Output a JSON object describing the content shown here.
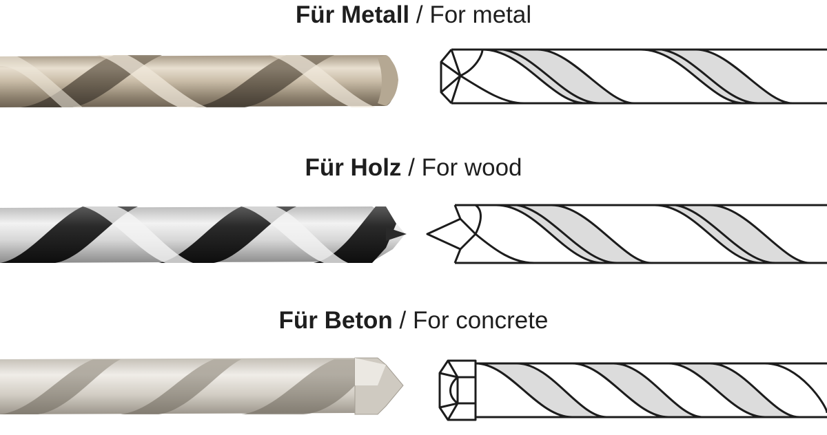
{
  "sections": [
    {
      "id": "metal",
      "label_de": "Für Metall",
      "separator": " / ",
      "label_en": "For metal"
    },
    {
      "id": "wood",
      "label_de": "Für Holz",
      "separator": " / ",
      "label_en": "For wood"
    },
    {
      "id": "concrete",
      "label_de": "Für Beton",
      "separator": " / ",
      "label_en": "For concrete"
    }
  ],
  "colors": {
    "text": "#1e1e1e",
    "outline": "#1c1c1c",
    "flute_fill": "#dcdcdc",
    "metal_photo_light": "#d8cdbb",
    "metal_photo_dark": "#6e6354",
    "wood_photo_black": "#1a1a1a",
    "wood_photo_steel": "#dedede",
    "concrete_photo_light": "#e4e1da",
    "concrete_photo_dark": "#9c968c"
  },
  "icons": [
    "metal-drill-bit-photo",
    "metal-drill-bit-line-icon",
    "wood-drill-bit-photo",
    "wood-drill-bit-line-icon",
    "concrete-drill-bit-photo",
    "concrete-drill-bit-line-icon"
  ]
}
